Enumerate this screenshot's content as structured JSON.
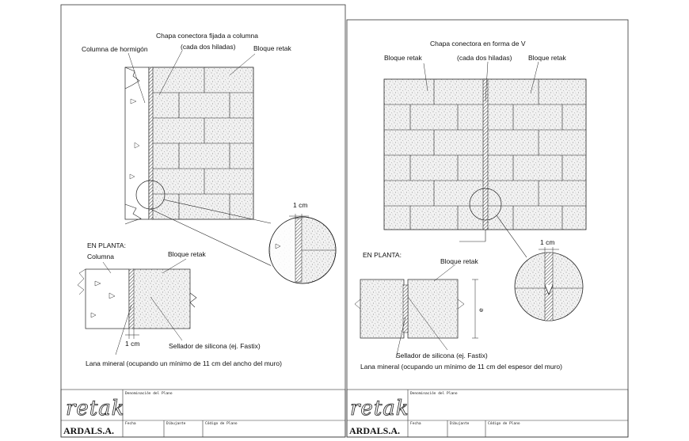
{
  "sheet_left": {
    "detail_elevation": {
      "column_label": "Columna de hormigón",
      "connector_label_line1": "Chapa conectora fijada a columna",
      "connector_label_line2": "(cada dos hiladas)",
      "block_label": "Bloque retak",
      "zoom_dimension": "1 cm"
    },
    "detail_plan": {
      "title": "EN PLANTA:",
      "column_label": "Columna",
      "block_label": "Bloque retak",
      "dimension": "1 cm",
      "sealant_label": "Sellador de silicona (ej. Fastix)",
      "wool_label": "Lana mineral (ocupando un mínimo de 11 cm del ancho del muro)"
    },
    "title_block": {
      "logo": "retak",
      "brand": "ARDAL",
      "brand_suffix": "S.A.",
      "field_name": "Denominación del Plano",
      "field_date": "Fecha",
      "field_drawn": "Dibujante",
      "field_code": "Código de Plano"
    }
  },
  "sheet_right": {
    "detail_elevation": {
      "connector_label": "Chapa conectora en forma de V",
      "connector_sub": "(cada dos hiladas)",
      "block_label_left": "Bloque retak",
      "block_label_right": "Bloque retak",
      "zoom_dimension": "1 cm"
    },
    "detail_plan": {
      "title": "EN PLANTA:",
      "block_label": "Bloque retak",
      "dimension": "e",
      "sealant_label": "Sellador de silicona (ej. Fastix)",
      "wool_label": "Lana mineral (ocupando un mínimo de 11 cm del espesor del muro)"
    },
    "title_block": {
      "logo": "retak",
      "brand": "ARDAL",
      "brand_suffix": "S.A.",
      "field_name": "Denominación del Plano",
      "field_date": "Fecha",
      "field_drawn": "Dibujante",
      "field_code": "Código de Plano"
    }
  }
}
